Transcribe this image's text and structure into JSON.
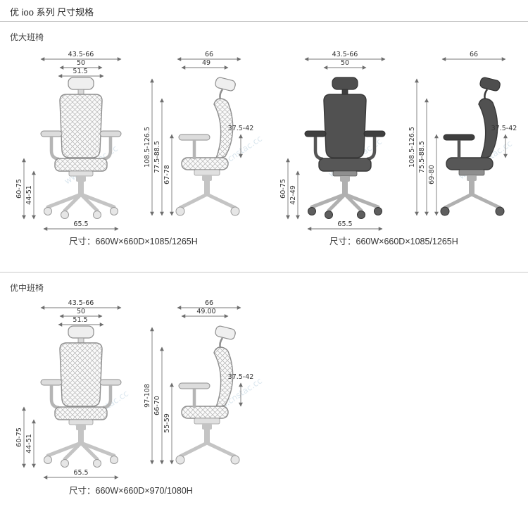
{
  "page": {
    "title": "优 ioo 系列 尺寸规格",
    "watermark": "www.cnstac.cc"
  },
  "sections": {
    "s1": {
      "heading": "优大班椅",
      "caption_left": "尺寸：660W×660D×1085/1265H",
      "caption_right": "尺寸：660W×660D×1085/1265H",
      "front_outline": {
        "width_outer": "43.5-66",
        "width_mid": "50",
        "width_inner": "51.5",
        "seat_height_outer": "60-75",
        "seat_height_inner": "44-51",
        "base_width": "65.5"
      },
      "side_outline": {
        "depth_outer": "66",
        "depth_inner": "49",
        "height_total": "108.5-126.5",
        "height_back": "77.5-88.5",
        "height_arm": "67-78",
        "arm_height": "37.5-42"
      },
      "front_dark": {
        "width_outer": "43.5-66",
        "width_mid": "50",
        "seat_height_outer": "60-75",
        "seat_height_inner": "42-49",
        "base_width": "65.5"
      },
      "side_dark": {
        "depth_outer": "66",
        "height_total": "108.5-126.5",
        "height_back": "75.5-88.5",
        "height_arm": "69-80",
        "arm_height": "37.5-42"
      }
    },
    "s2": {
      "heading": "优中班椅",
      "caption": "尺寸：660W×660D×970/1080H",
      "front_outline": {
        "width_outer": "43.5-66",
        "width_mid": "50",
        "width_inner": "51.5",
        "seat_height_outer": "60-75",
        "seat_height_inner": "44-51",
        "base_width": "65.5"
      },
      "side_outline": {
        "depth_outer": "66",
        "depth_inner": "49.00",
        "height_total": "97-108",
        "height_back": "66-70",
        "height_arm": "55-59",
        "arm_height": "37.5-42"
      }
    }
  }
}
